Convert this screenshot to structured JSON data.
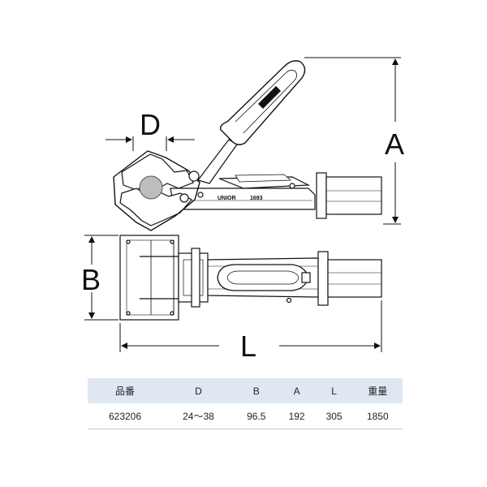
{
  "diagram": {
    "dimension_labels": {
      "D": "D",
      "A": "A",
      "B": "B",
      "L": "L"
    },
    "brand_mark": "UNIOR",
    "model_number": "1693"
  },
  "spec_table": {
    "headers": [
      "品番",
      "D",
      "B",
      "A",
      "L",
      "重量"
    ],
    "row": [
      "623206",
      "24～38",
      "96.5",
      "192",
      "305",
      "1850"
    ]
  }
}
